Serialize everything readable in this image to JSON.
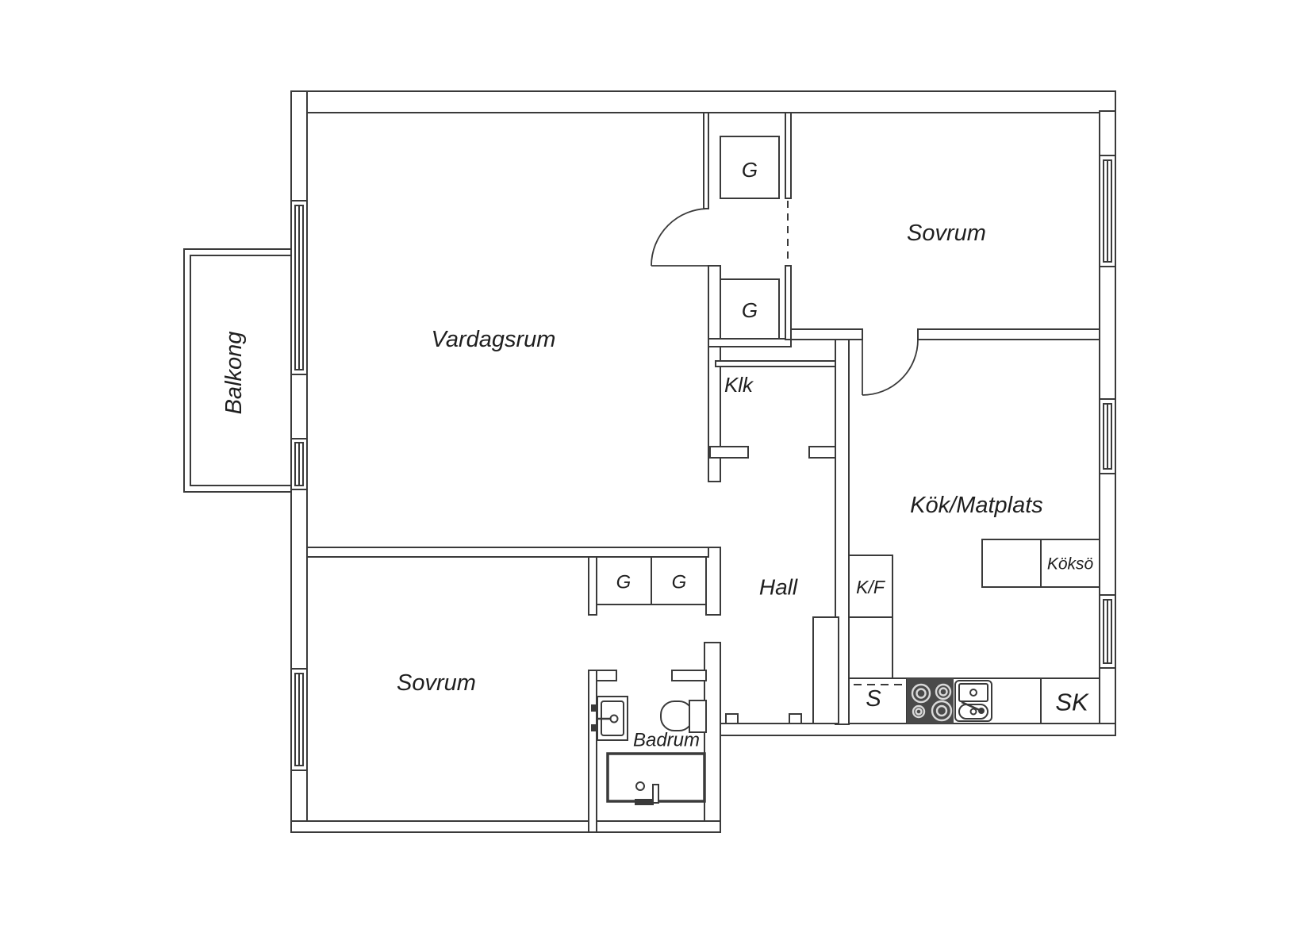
{
  "plan": {
    "background": "#ffffff",
    "line_color": "#3a3a3a",
    "text_color": "#1f1f1f",
    "stove_color": "#4a4a4a",
    "burner_color": "#d9d9d9",
    "rooms": {
      "balkong": "Balkong",
      "vardagsrum": "Vardagsrum",
      "sovrum_top": "Sovrum",
      "sovrum_bottom": "Sovrum",
      "klk": "Klk",
      "hall": "Hall",
      "kok_matplats": "Kök/Matplats",
      "badrum": "Badrum"
    },
    "labels": {
      "garderob": "G",
      "kyl_frys": "K/F",
      "skafferi": "S",
      "stadskap": "SK",
      "kokso": "Köksö"
    }
  }
}
